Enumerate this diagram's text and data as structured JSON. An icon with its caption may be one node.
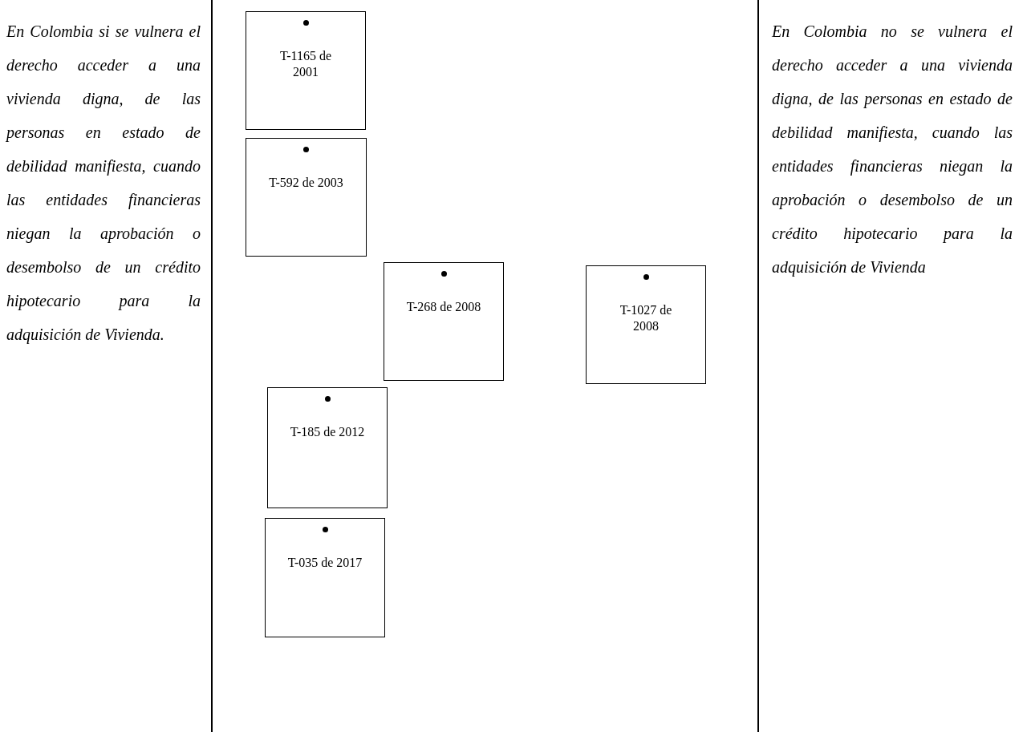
{
  "diagram": {
    "nodes": [
      {
        "text": [
          "T-1165 de 2001"
        ]
      },
      {
        "text": [
          "T-592 de 2003"
        ]
      },
      {
        "text": [
          "T-268 de 2008"
        ]
      },
      {
        "text": [
          "T-1027 de 2008"
        ]
      },
      {
        "text": [
          "T-185 de 2012"
        ]
      },
      {
        "text": [
          "T-035 de 2017"
        ]
      }
    ],
    "labels": [
      "En Colombia si se vulnera el derecho acceder a una vivienda digna, de las personas en estado de debilidad manifiesta, cuando las entidades financieras niegan la aprobación o desembolso de un crédito hipotecario para la adquisición de Vivienda.",
      "En Colombia no se vulnera el derecho acceder a una vivienda digna, de las personas en estado de debilidad manifiesta, cuando las entidades financieras niegan la aprobación o desembolso de un crédito hipotecario para la adquisición de Vivienda"
    ]
  }
}
